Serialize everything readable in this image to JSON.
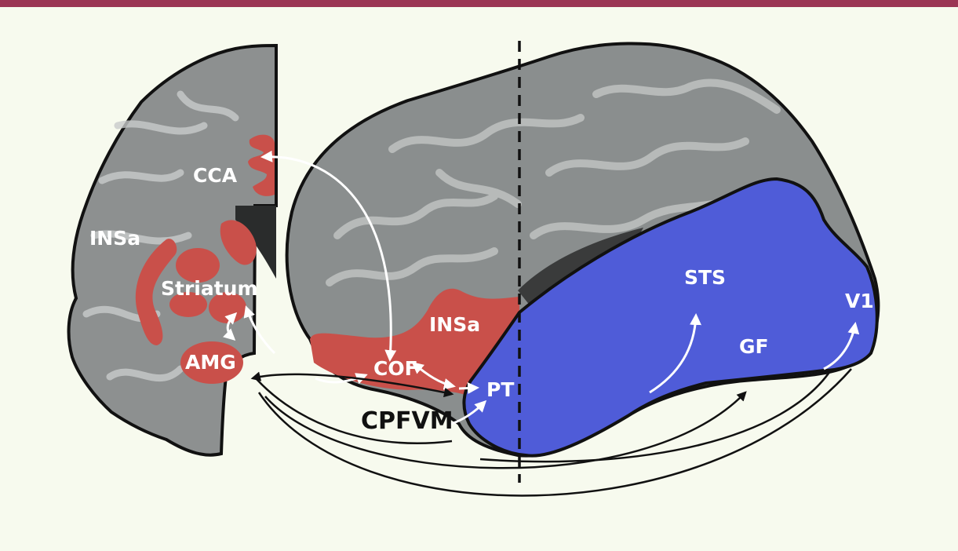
{
  "colors": {
    "background": "#f7faee",
    "top_bar": "#9b3554",
    "brain_gray": "#8a8e8e",
    "red_region": "#c9504a",
    "blue_region": "#4f5cd8",
    "outline": "#111111",
    "arrow_white": "#ffffff",
    "arrow_black": "#111111"
  },
  "labels": {
    "cca": "CCA",
    "insa_coronal": "INSa",
    "striatum": "Striatum",
    "amg": "AMG",
    "insa_lateral": "INSa",
    "cof": "COF",
    "pt": "PT",
    "cpfvm": "CPFVM",
    "sts": "STS",
    "gf": "GF",
    "v1": "V1"
  }
}
